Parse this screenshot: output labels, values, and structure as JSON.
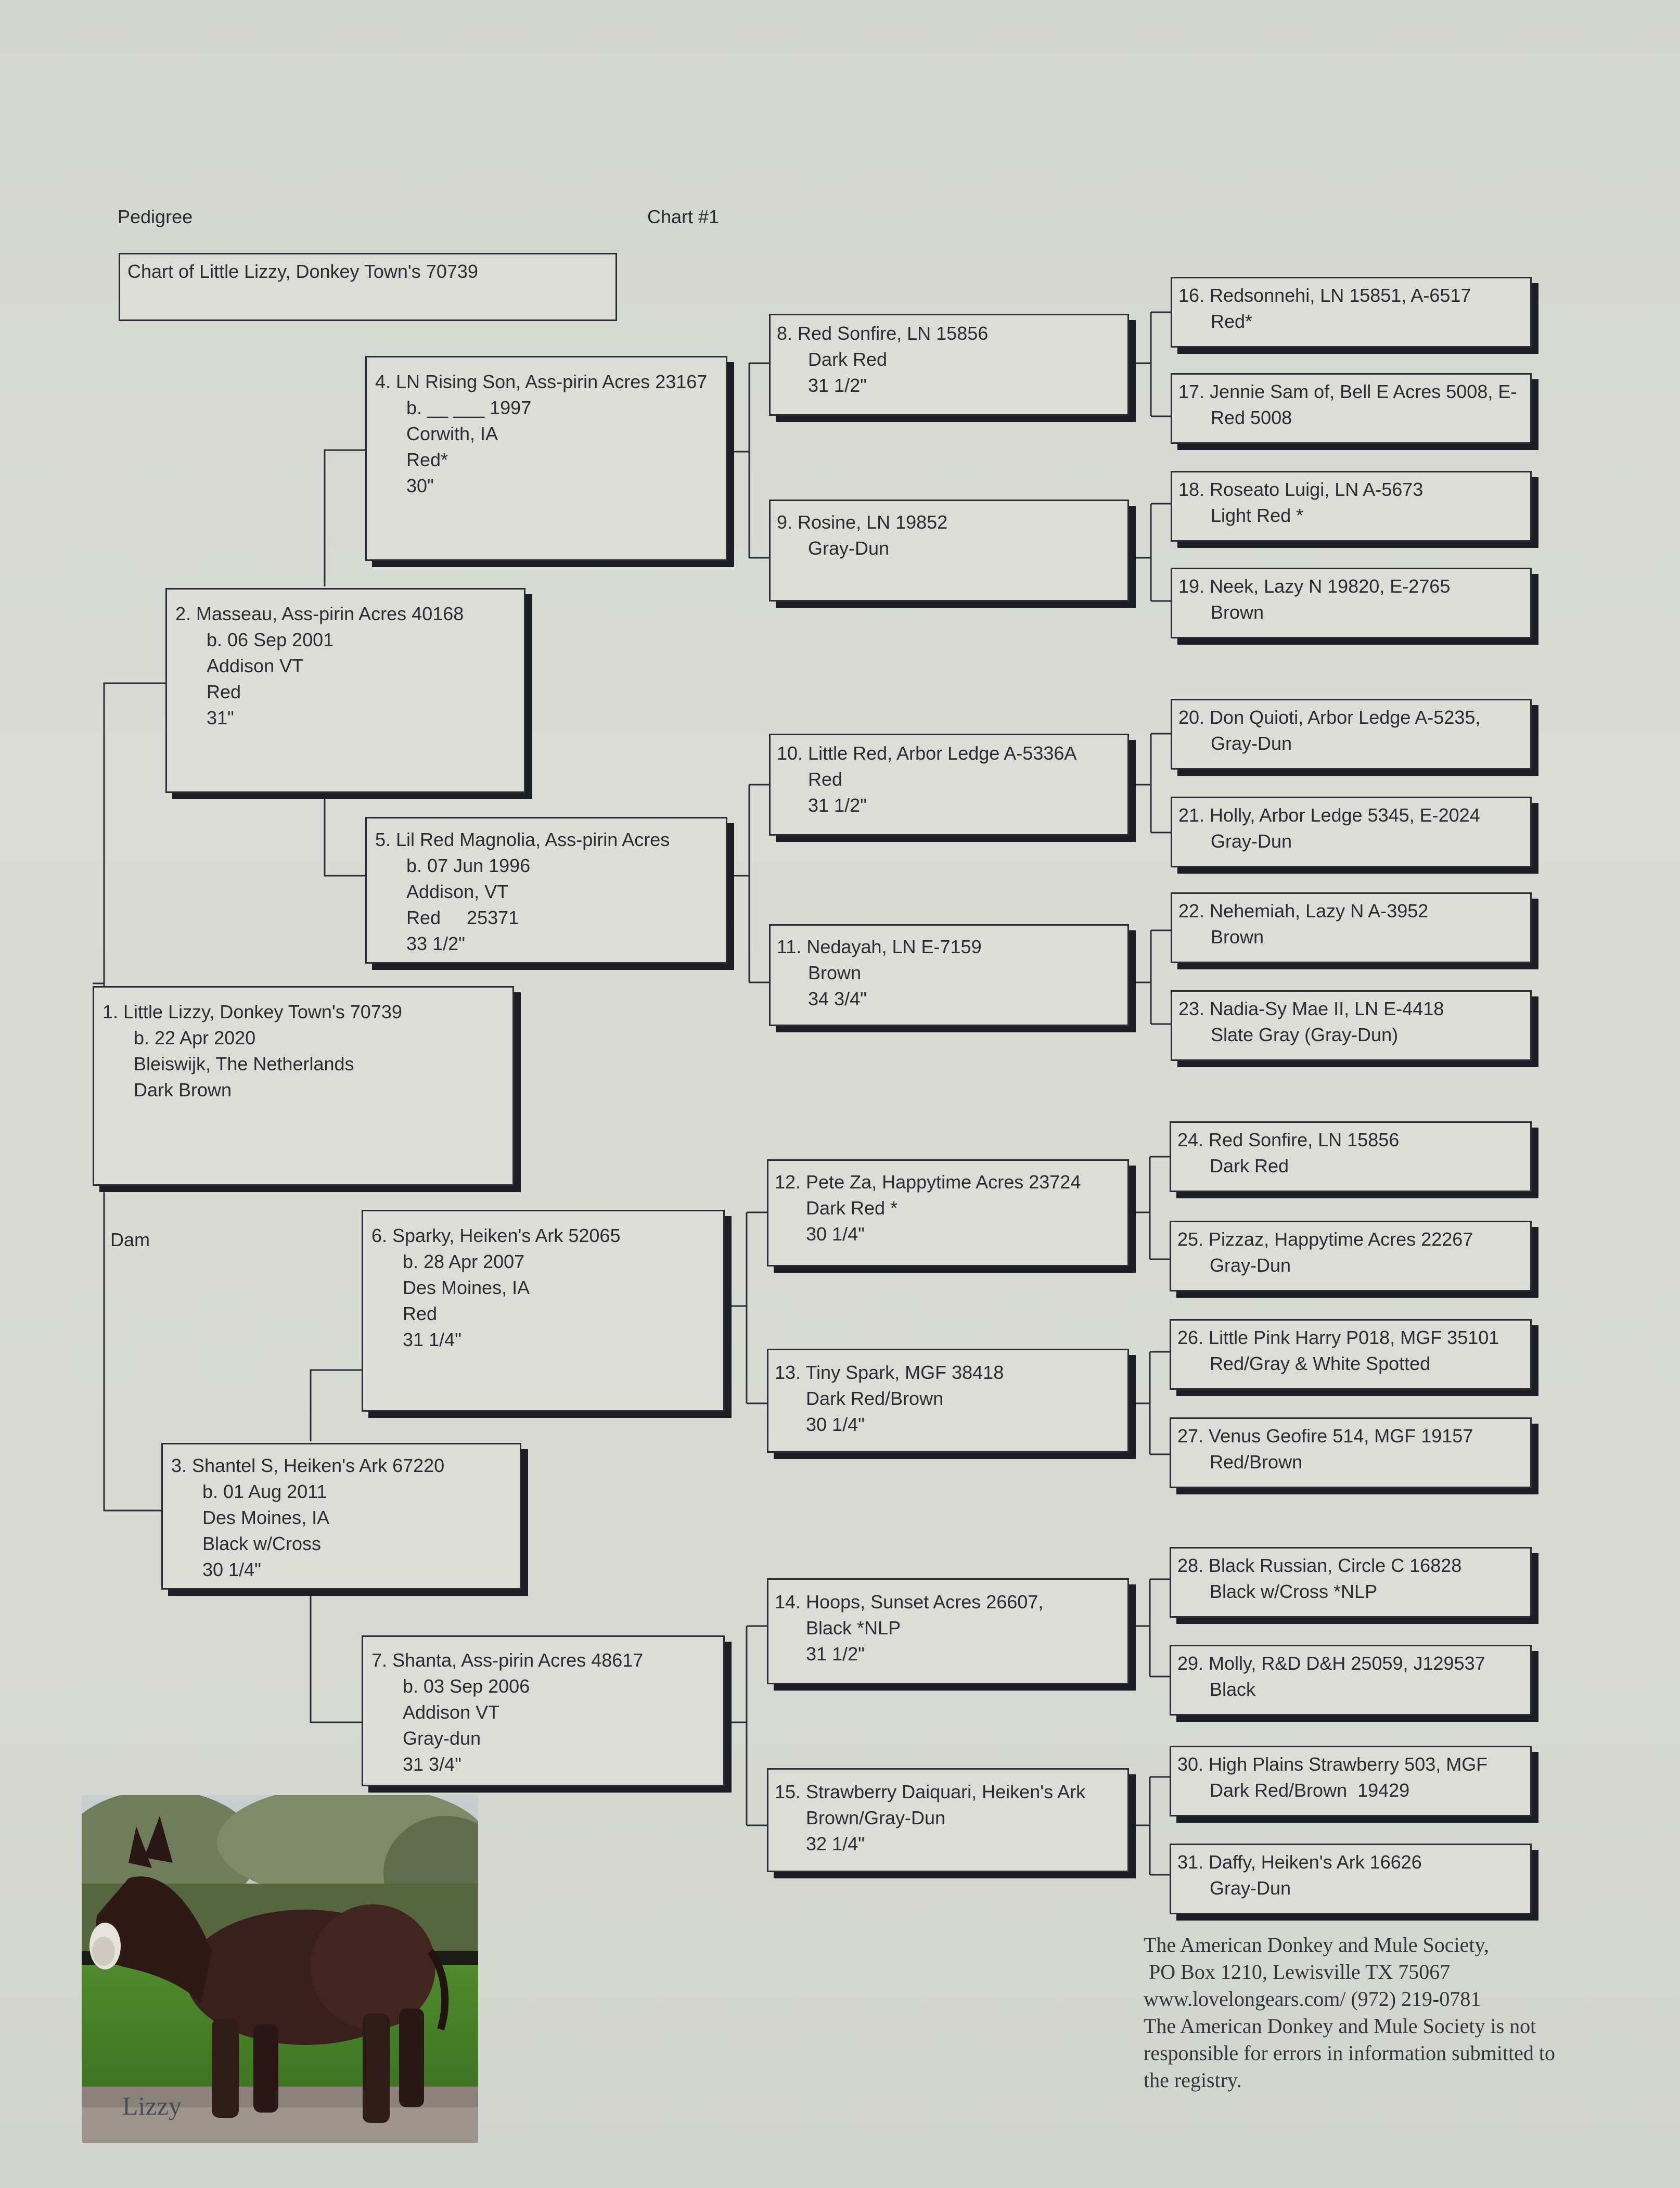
{
  "header": {
    "left_label": "Pedigree",
    "right_label": "Chart #1"
  },
  "chart_of": {
    "line1": "Chart of",
    "line2": "Little Lizzy, Donkey Town's 70739"
  },
  "dam_label": "Dam",
  "horses": [
    {
      "n": "1",
      "lines": [
        "1. Little Lizzy, Donkey Town's 70739",
        "b. 22 Apr 2020",
        "Bleiswijk, The Netherlands",
        "Dark Brown"
      ]
    },
    {
      "n": "2",
      "lines": [
        "2. Masseau, Ass-pirin Acres 40168",
        "b. 06 Sep 2001",
        "Addison VT",
        "Red",
        "31\""
      ]
    },
    {
      "n": "3",
      "lines": [
        "3. Shantel S, Heiken's Ark 67220",
        "b. 01 Aug 2011",
        "Des Moines, IA",
        "Black w/Cross",
        "30 1/4\""
      ]
    },
    {
      "n": "4",
      "lines": [
        "4. LN Rising Son, Ass-pirin Acres 23167",
        "b. __ ___ 1997",
        "Corwith, IA",
        "Red*",
        "30\""
      ]
    },
    {
      "n": "5",
      "lines": [
        "5. Lil Red Magnolia, Ass-pirin Acres",
        "b. 07 Jun 1996",
        "Addison, VT",
        "Red     25371",
        "33 1/2\""
      ]
    },
    {
      "n": "6",
      "lines": [
        "6. Sparky, Heiken's Ark 52065",
        "b. 28 Apr 2007",
        "Des Moines, IA",
        "Red",
        "31 1/4\""
      ]
    },
    {
      "n": "7",
      "lines": [
        "7. Shanta, Ass-pirin Acres 48617",
        "b. 03 Sep 2006",
        "Addison VT",
        "Gray-dun",
        "31 3/4\""
      ]
    },
    {
      "n": "8",
      "lines": [
        "8. Red Sonfire, LN 15856",
        "Dark Red",
        "31 1/2\""
      ]
    },
    {
      "n": "9",
      "lines": [
        "9. Rosine, LN 19852",
        "Gray-Dun"
      ]
    },
    {
      "n": "10",
      "lines": [
        "10. Little Red, Arbor Ledge A-5336A",
        "Red",
        "31 1/2\""
      ]
    },
    {
      "n": "11",
      "lines": [
        "11. Nedayah, LN E-7159",
        "Brown",
        "34 3/4\""
      ]
    },
    {
      "n": "12",
      "lines": [
        "12. Pete Za, Happytime Acres 23724",
        "Dark Red *",
        "30 1/4\""
      ]
    },
    {
      "n": "13",
      "lines": [
        "13. Tiny Spark, MGF 38418",
        "Dark Red/Brown",
        "30 1/4\""
      ]
    },
    {
      "n": "14",
      "lines": [
        "14. Hoops, Sunset Acres 26607,",
        "Black *NLP",
        "31 1/2\""
      ]
    },
    {
      "n": "15",
      "lines": [
        "15. Strawberry Daiquari, Heiken's Ark",
        "Brown/Gray-Dun",
        "32 1/4\""
      ]
    },
    {
      "n": "16",
      "lines": [
        "16. Redsonnehi, LN 15851, A-6517",
        "Red*"
      ]
    },
    {
      "n": "17",
      "lines": [
        "17. Jennie Sam of, Bell E Acres 5008, E-",
        "Red 5008"
      ]
    },
    {
      "n": "18",
      "lines": [
        "18. Roseato Luigi, LN A-5673",
        "Light Red *"
      ]
    },
    {
      "n": "19",
      "lines": [
        "19. Neek, Lazy N 19820, E-2765",
        "Brown"
      ]
    },
    {
      "n": "20",
      "lines": [
        "20. Don Quioti, Arbor Ledge A-5235,",
        "Gray-Dun"
      ]
    },
    {
      "n": "21",
      "lines": [
        "21. Holly, Arbor Ledge 5345, E-2024",
        "Gray-Dun"
      ]
    },
    {
      "n": "22",
      "lines": [
        "22. Nehemiah, Lazy N A-3952",
        "Brown"
      ]
    },
    {
      "n": "23",
      "lines": [
        "23. Nadia-Sy Mae II, LN E-4418",
        "Slate Gray (Gray-Dun)"
      ]
    },
    {
      "n": "24",
      "lines": [
        "24. Red Sonfire, LN 15856",
        "Dark Red"
      ]
    },
    {
      "n": "25",
      "lines": [
        "25. Pizzaz, Happytime Acres 22267",
        "Gray-Dun"
      ]
    },
    {
      "n": "26",
      "lines": [
        "26. Little Pink Harry P018, MGF 35101",
        "Red/Gray & White Spotted"
      ]
    },
    {
      "n": "27",
      "lines": [
        "27. Venus Geofire 514, MGF 19157",
        "Red/Brown"
      ]
    },
    {
      "n": "28",
      "lines": [
        "28. Black Russian, Circle C 16828",
        "Black w/Cross *NLP"
      ]
    },
    {
      "n": "29",
      "lines": [
        "29. Molly, R&D D&H 25059, J129537",
        "Black"
      ]
    },
    {
      "n": "30",
      "lines": [
        "30. High Plains Strawberry 503, MGF",
        "Dark Red/Brown  19429"
      ]
    },
    {
      "n": "31",
      "lines": [
        "31. Daffy, Heiken's Ark 16626",
        "Gray-Dun"
      ]
    }
  ],
  "footer": {
    "lines": [
      "The American Donkey and Mule Society,",
      " PO Box 1210, Lewisville TX 75067",
      "www.lovelongears.com/ (972) 219-0781",
      "The American Donkey and Mule Society is not",
      "responsible for errors in information submitted to",
      "the registry."
    ]
  },
  "photo": {
    "caption": "Lizzy"
  }
}
